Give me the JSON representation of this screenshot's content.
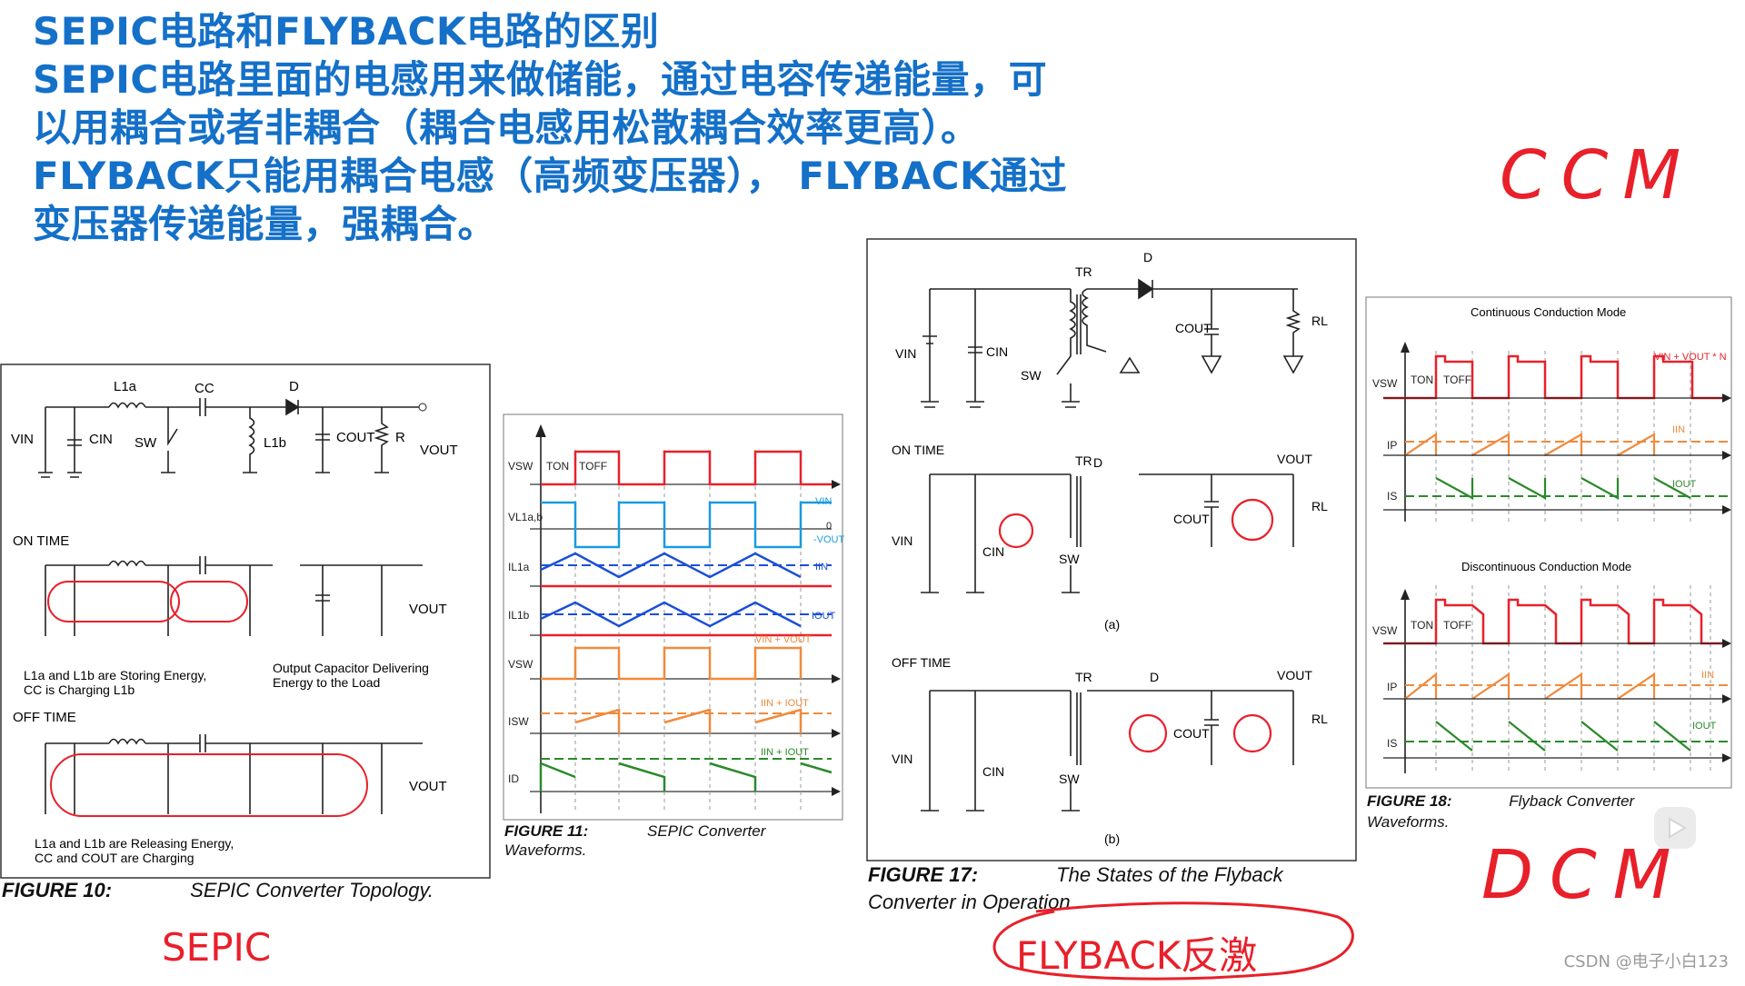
{
  "title_lines": [
    "SEPIC电路和FLYBACK电路的区别",
    "SEPIC电路里面的电感用来做储能，通过电容传递能量，可",
    "以用耦合或者非耦合（耦合电感用松散耦合效率更高）。",
    "FLYBACK只能用耦合电感（高频变压器）， FLYBACK通过",
    "变压器传递能量，强耦合。"
  ],
  "fig10": {
    "label": "FIGURE 10:",
    "caption": "SEPIC Converter Topology.",
    "on_time": "ON TIME",
    "off_time": "OFF TIME",
    "note_on_1": "L1a and L1b are Storing Energy,",
    "note_on_2": "CC is Charging L1b",
    "note_out_1": "Output Capacitor Delivering",
    "note_out_2": "Energy to the Load",
    "note_off_1": "L1a and L1b are Releasing Energy,",
    "note_off_2": "CC and COUT are Charging",
    "comp": {
      "l1a": "L1a",
      "cc": "CC",
      "d": "D",
      "vin": "VIN",
      "cin": "CIN",
      "sw": "SW",
      "l1b": "L1b",
      "cout": "COUT",
      "r": "R",
      "vout": "VOUT"
    }
  },
  "fig11": {
    "label": "FIGURE 11:",
    "caption": "SEPIC Converter",
    "caption2": "Waveforms.",
    "rows": [
      "VSW",
      "VL1a,b",
      "IL1a",
      "IL1b",
      "VSW",
      "ISW",
      "ID"
    ],
    "ton": "TON",
    "toff": "TOFF",
    "right": [
      "VIN",
      "0",
      "-VOUT",
      "IIN",
      "IOUT",
      "VIN + VOUT",
      "IIN + IOUT",
      "IIN + IOUT"
    ]
  },
  "fig17": {
    "label": "FIGURE 17:",
    "caption": "The States of the Flyback",
    "caption2": "Converter in Operation.",
    "on_time": "ON TIME",
    "off_time": "OFF TIME",
    "sub_a": "(a)",
    "sub_b": "(b)",
    "comp": {
      "tr": "TR",
      "d": "D",
      "vin": "VIN",
      "cin": "CIN",
      "sw": "SW",
      "cout": "COUT",
      "rl": "RL",
      "vout": "VOUT"
    }
  },
  "fig18": {
    "label": "FIGURE 18:",
    "caption": "Flyback Converter",
    "caption2": "Waveforms.",
    "ccm_title": "Continuous Conduction Mode",
    "dcm_title": "Discontinuous Conduction Mode",
    "rows": [
      "VSW",
      "IP",
      "IS"
    ],
    "ton": "TON",
    "toff": "TOFF",
    "vin_vout_n": "VIN + VOUT * N",
    "iin": "IIN",
    "iout": "IOUT"
  },
  "annotations": {
    "sepic": "SEPIC",
    "flyback": "FLYBACK反激",
    "ccm": "CCM",
    "dcm": "DCM"
  },
  "watermark": "CSDN @电子小白123",
  "colors": {
    "title_blue": "#1470c8",
    "red": "#e8202a",
    "blue_wave": "#1a4fd6",
    "cyan_wave": "#1a9be0",
    "orange_wave": "#f08a3c",
    "green_wave": "#2a8a2a"
  }
}
